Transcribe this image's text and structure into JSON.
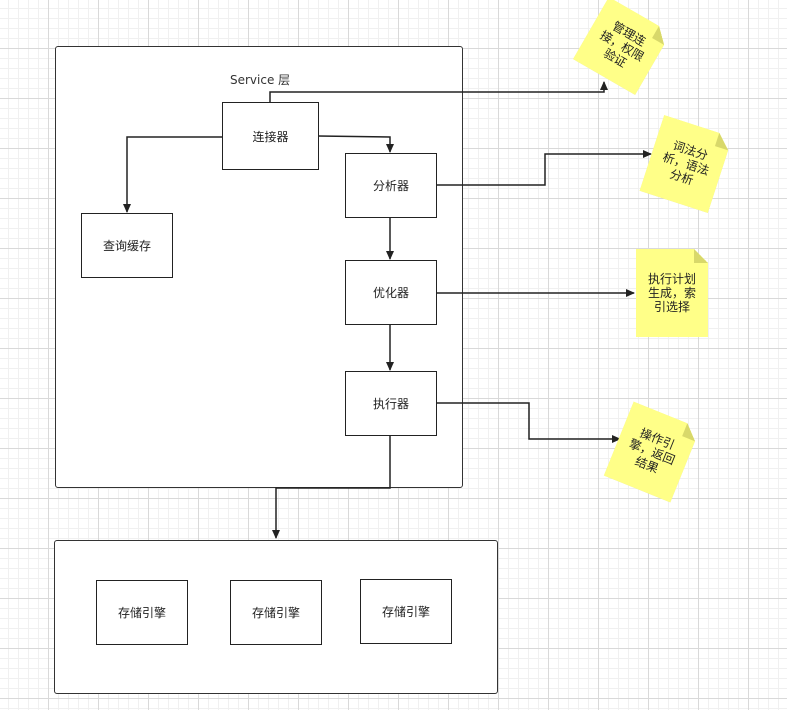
{
  "service_layer": {
    "title": "Service 层",
    "nodes": {
      "connector": "连接器",
      "query_cache": "查询缓存",
      "analyzer": "分析器",
      "optimizer": "优化器",
      "executor": "执行器"
    }
  },
  "storage_layer": {
    "engines": [
      "存储引擎",
      "存储引擎",
      "存储引擎"
    ]
  },
  "notes": {
    "connector_note": "管理连接，权限验证",
    "analyzer_note": "词法分析，语法分析",
    "optimizer_note": "执行计划生成，索引选择",
    "executor_note": "操作引擎，返回结果"
  },
  "colors": {
    "note_fill": "#ffff88",
    "stroke": "#222222",
    "grid": "#d9d9d9"
  }
}
